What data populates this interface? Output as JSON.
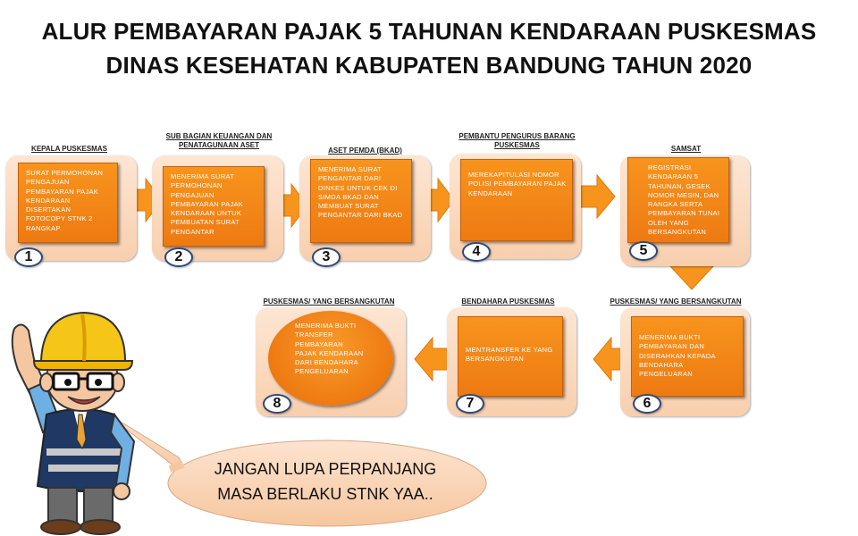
{
  "title": {
    "line1": "ALUR PEMBAYARAN PAJAK 5 TAHUNAN KENDARAAN PUSKESMAS",
    "line2": "DINAS KESEHATAN KABUPATEN BANDUNG TAHUN 2020"
  },
  "steps": [
    {
      "number": "1",
      "label": "KEPALA  PUSKESMAS",
      "text": "SURAT PERMOHONAN PENGAJUAN PEMBAYARAN  PAJAK KENDARAAN DISERTAKAN FOTOCOPY STNK 2 RANGKAP"
    },
    {
      "number": "2",
      "label": "SUB BAGIAN  KEUANGAN  DAN PENATAGUNAAN   ASET",
      "text": "MENERIMA SURAT PERMOHONAN PENGAJUAN PEMBAYARAN  PAJAK KENDARAAN  UNTUK PEMBUATAN SURAT PENGANTAR"
    },
    {
      "number": "3",
      "label": "ASET  PEMDA  (BKAD)",
      "text": "MENERIMA SURAT PENGANTAR  DARI DINKES UNTUK CEK DI SIMDA BKAD DAN MEMBUAT SURAT PENGANTAR  DARI BKAD"
    },
    {
      "number": "4",
      "label": "PEMBANTU  PENGURUS BARANG  PUSKESMAS",
      "text": "MEREKAPITULASI NOMOR POLISI PEMBAYARAN  PAJAK KENDARAAN"
    },
    {
      "number": "5",
      "label": "SAMSAT",
      "text": "REGISTRASI KENDARAAN 5 TAHUNAN, GESEK NOMOR MESIN, DAN RANGKA SERTA PEMBAYARAN TUNAI OLEH YANG BERSANGKUTAN"
    },
    {
      "number": "6",
      "label": "PUSKESMAS/  YANG  BERSANGKUTAN",
      "text": "MENERIMA BUKTI PEMBAYARAN  DAN DISERAHKAN KEPADA BENDAHARA PENGELUARAN"
    },
    {
      "number": "7",
      "label": "BENDAHARA  PUSKESMAS",
      "text": "MENTRANSFER KE YANG BERSANGKUTAN"
    },
    {
      "number": "8",
      "label": "PUSKESMAS/  YANG  BERSANGKUTAN",
      "text": "MENERIMA BUKTI TRANSFER PEMBAYARAN PAJAK KENDARAAN DARI BENDAHARA PENGELUARAN"
    }
  ],
  "speech": {
    "line1": "JANGAN LUPA PERPANJANG",
    "line2": "MASA BERLAKU STNK YAA.."
  },
  "colors": {
    "accent": "#ee7a12",
    "card_bg": "#f8cfae",
    "number_border": "#2e4a7d"
  },
  "icons": {
    "mascot": "worker-mascot-icon"
  }
}
